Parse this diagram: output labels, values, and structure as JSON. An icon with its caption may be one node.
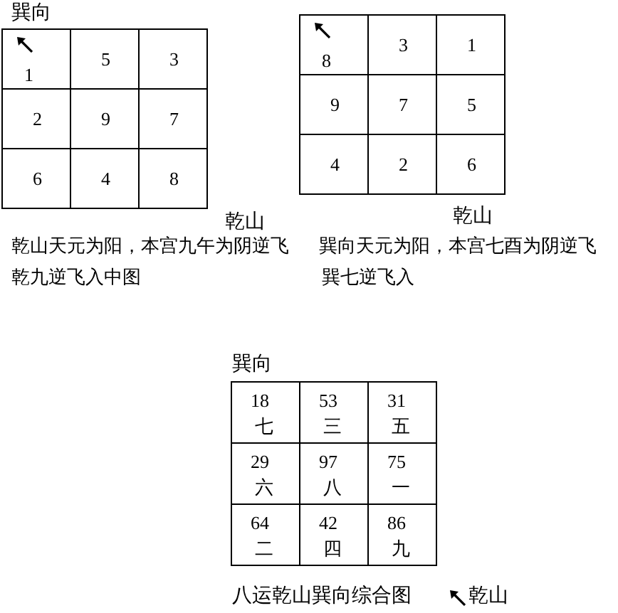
{
  "diagram": {
    "caption": "八运乾山巽向综合图",
    "nodes": [
      {
        "text": [
          "巽向"
        ],
        "beside": [
          "乾山"
        ]
      },
      {
        "text": [
          "1"
        ],
        "in": 0
      },
      {
        "text": [
          "5"
        ],
        "in": 0
      },
      {
        "text": [
          "3"
        ],
        "in": 0
      },
      {
        "text": [
          "2"
        ],
        "in": 0
      },
      {
        "text": [
          "9"
        ],
        "in": 0
      },
      {
        "text": [
          "7"
        ],
        "in": 0
      },
      {
        "text": [
          "6"
        ],
        "in": 0
      },
      {
        "text": [
          "4"
        ],
        "in": 0
      },
      {
        "text": [
          "8"
        ],
        "in": 0
      },
      {
        "text": [],
        "shape": "box",
        "beside": [
          "乾山"
        ]
      },
      {
        "text": [
          "8"
        ],
        "in": 10
      },
      {
        "text": [
          "3"
        ],
        "in": 10
      },
      {
        "text": [
          "1"
        ],
        "in": 10
      },
      {
        "text": [
          "9"
        ],
        "in": 10
      },
      {
        "text": [
          "7"
        ],
        "in": 10
      },
      {
        "text": [
          "5"
        ],
        "in": 10
      },
      {
        "text": [
          "4"
        ],
        "in": 10
      },
      {
        "text": [
          "2"
        ],
        "in": 10
      },
      {
        "text": [
          "6"
        ],
        "in": 10
      },
      {
        "text": [
          "巽向"
        ]
      },
      {
        "text": [
          "18",
          "七"
        ],
        "in": 20
      },
      {
        "text": [
          "53",
          "三"
        ],
        "in": 20
      },
      {
        "text": [
          "31",
          "五"
        ],
        "in": 20
      },
      {
        "text": [
          "29",
          "六"
        ],
        "in": 20
      },
      {
        "text": [
          "97",
          "八"
        ],
        "in": 20
      },
      {
        "text": [
          "75",
          "一"
        ],
        "in": 20
      },
      {
        "text": [
          "64",
          "二"
        ],
        "in": 20
      },
      {
        "text": [
          "42",
          "四"
        ],
        "in": 20
      },
      {
        "text": [
          "86",
          "九"
        ],
        "in": 20
      }
    ],
    "labels": [
      "乾山天元为阳，本宫九午为阴逆飞",
      "巽向天元为阳，本宫七酉为阴逆飞",
      "乾九逆飞入中图",
      "巽七逆飞入",
      "乾山"
    ]
  }
}
